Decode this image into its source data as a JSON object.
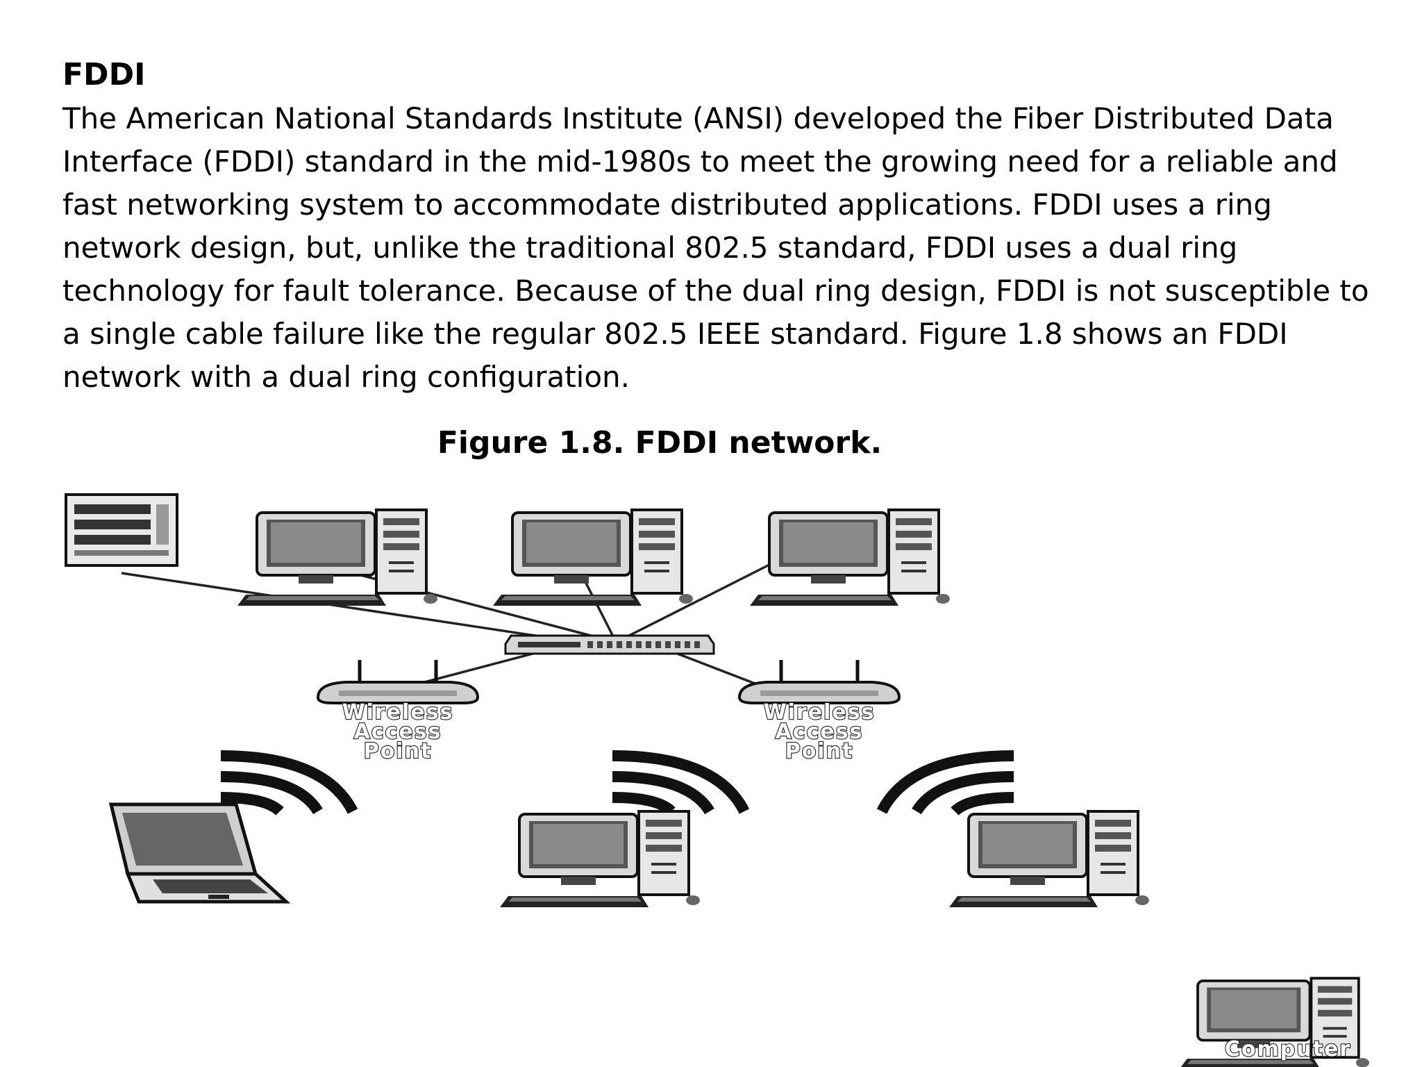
{
  "slide": {
    "title": "FDDI",
    "body_lines": [
      "The American National Standards Institute (ANSI) developed the Fiber Distributed Data",
      "Interface (FDDI) standard in the mid-1980s to meet the growing need for a reliable and",
      "fast networking system to accommodate distributed applications. FDDI uses a ring",
      "network design, but, unlike the traditional 802.5 standard, FDDI uses a dual ring",
      "technology for fault tolerance. Because of the dual ring design, FDDI is not susceptible to",
      "a single cable failure like the regular 802.5 IEEE standard. Figure 1.8 shows an FDDI",
      "network with a dual ring configuration."
    ],
    "figure_caption": "Figure 1.8. FDDI network."
  },
  "diagram": {
    "labels": {
      "ap_left": [
        "Wireless",
        "Access",
        "Point"
      ],
      "ap_right": [
        "Wireless",
        "Access",
        "Point"
      ],
      "computer_legend": "Computer"
    },
    "icons": [
      "server-icon",
      "desktop-computer-icon",
      "switch-icon",
      "wireless-access-point-icon",
      "wifi-signal-icon",
      "laptop-icon"
    ]
  }
}
